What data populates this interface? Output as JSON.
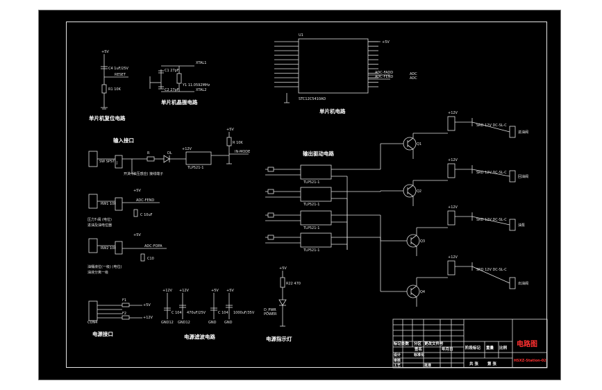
{
  "sections": {
    "reset": "单片机复位电路",
    "crystal": "单片机晶振电路",
    "mcu": "单片机电路",
    "input": "输入接口",
    "output_drive": "输出驱动电路",
    "power_port": "电源接口",
    "filter": "电源滤波电路",
    "indicator": "电源指示灯"
  },
  "mcu": {
    "ref": "U1",
    "part": "STC12C5410AD"
  },
  "loads": [
    "进油阀",
    "回油阀",
    "油泵",
    "出油阀"
  ],
  "relays": [
    "SRD 12V DC-SL-C",
    "SRD 12V DC-SL-C",
    "SRD 12V DC-SL-C",
    "SRD 12V DC-SL-C"
  ],
  "optos": [
    "TLP521-1",
    "TLP521-1",
    "TLP521-1",
    "TLP521-1",
    "TLP521-1"
  ],
  "transistors": [
    "Q1",
    "Q2",
    "Q3",
    "Q4"
  ],
  "power_labels": [
    "+12V",
    "+12V",
    "+5V",
    "+5V"
  ],
  "title_block": {
    "title": "电路图",
    "drawing_no": "HSXZ-Station-02",
    "row_labels": [
      "标记处数",
      "分区",
      "更改文件号",
      "签名",
      "年月日"
    ],
    "mid_labels": [
      "阶段标记",
      "重量",
      "比例"
    ],
    "bottom_labels": [
      "设计",
      "标准化",
      "审核",
      "工艺",
      "批准"
    ],
    "sheet_labels": [
      "共 张",
      "第 张"
    ]
  }
}
